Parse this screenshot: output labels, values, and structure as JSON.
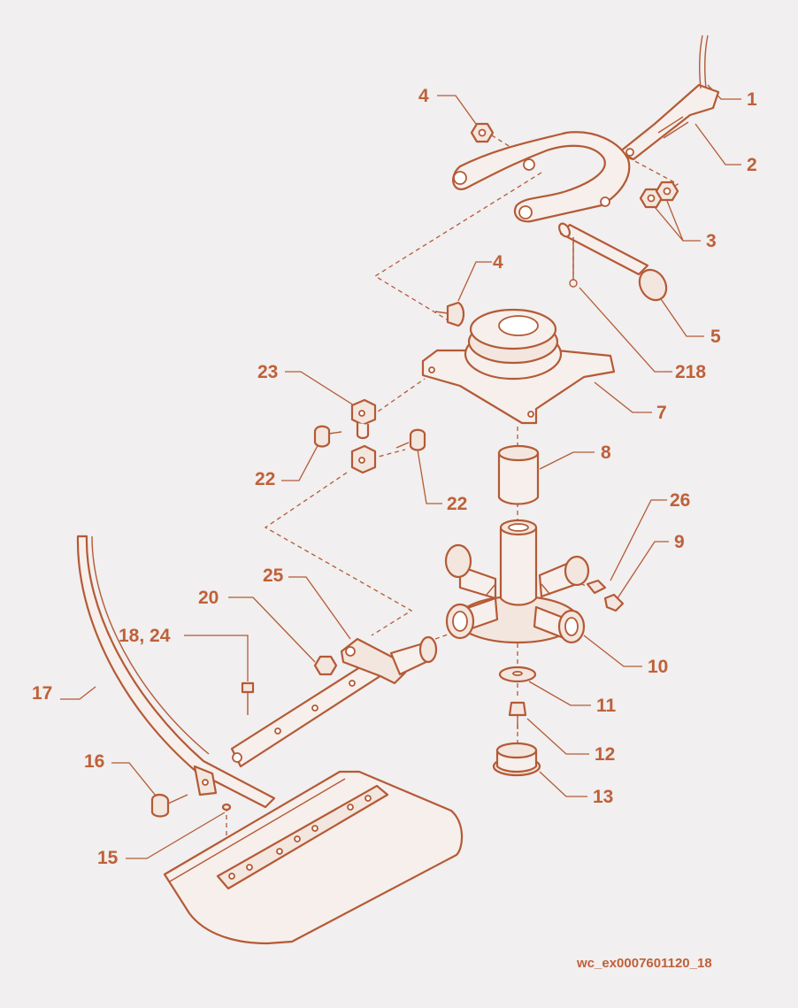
{
  "drawing_id": "wc_ex0007601120_18",
  "callouts": {
    "c1": "1",
    "c2": "2",
    "c3": "3",
    "c4a": "4",
    "c4b": "4",
    "c5": "5",
    "c218": "218",
    "c7": "7",
    "c8": "8",
    "c23": "23",
    "c22a": "22",
    "c22b": "22",
    "c26": "26",
    "c9": "9",
    "c25": "25",
    "c20": "20",
    "c1824": "18, 24",
    "c10": "10",
    "c11": "11",
    "c12": "12",
    "c13": "13",
    "c17": "17",
    "c16": "16",
    "c15": "15"
  },
  "colors": {
    "line": "#b45a36",
    "label": "#bf6039",
    "background": "#f1efef"
  }
}
